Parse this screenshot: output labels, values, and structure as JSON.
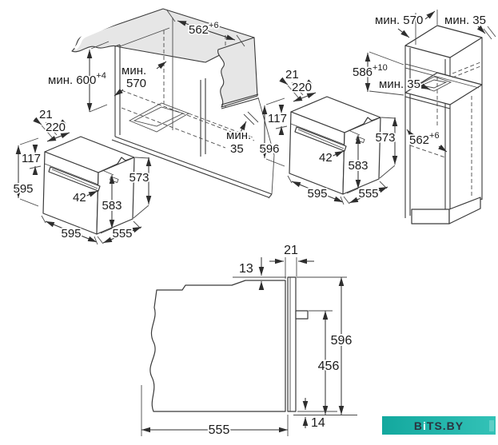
{
  "undercounter": {
    "niche_width_value": "562",
    "niche_width_tol": "+6",
    "min_height_value": "мин. 600",
    "min_height_tol": "+4",
    "min_depth_word": "мин.",
    "min_depth_value": "570",
    "rear_gap_word": "мин.",
    "rear_gap_value": "35"
  },
  "oven_a": {
    "front_gap": "21",
    "top_depth": "220",
    "panel_height": "117",
    "height": "595",
    "handle_depth": "42",
    "door_height": "583",
    "body_height": "573",
    "width": "595",
    "depth": "555"
  },
  "oven_b": {
    "front_gap": "21",
    "top_depth": "220",
    "panel_height": "117",
    "height": "596",
    "handle_depth": "42",
    "door_height": "583",
    "body_height": "573",
    "width": "595",
    "depth": "555"
  },
  "column": {
    "min_depth": "мин. 570",
    "top_gap": "мин. 35",
    "niche_height_value": "586",
    "niche_height_tol": "+10",
    "vent_gap": "мин. 35",
    "niche_depth_value": "562",
    "niche_depth_tol": "+6"
  },
  "side": {
    "door_thickness": "21",
    "top_step": "13",
    "height": "596",
    "hinge_height": "456",
    "bottom_step": "14",
    "depth": "555"
  },
  "watermark": {
    "part1": "B",
    "part2": "i",
    "part3": "TS.BY",
    "bg": "#1db4aa"
  }
}
